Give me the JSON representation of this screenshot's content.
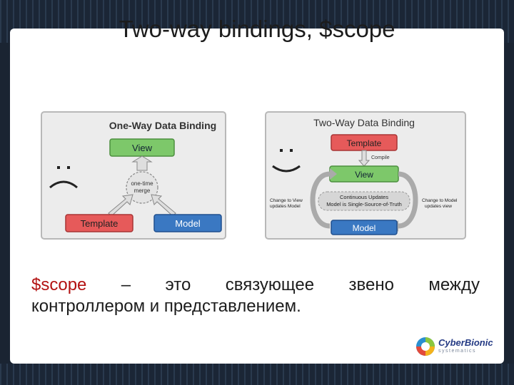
{
  "title": "Two-way bindings, $scope",
  "one_way": {
    "heading": "One-Way Data Binding",
    "view": "View",
    "merge": [
      "one-time",
      "merge"
    ],
    "template": "Template",
    "model": "Model"
  },
  "two_way": {
    "heading": "Two-Way Data Binding",
    "template": "Template",
    "compile": "Compile",
    "view": "View",
    "continuous": [
      "Continuous Updates",
      "Model is Single-Source-of-Truth"
    ],
    "left_note": [
      "Change to View",
      "updates Model"
    ],
    "right_note": [
      "Change to Model",
      "updates view"
    ],
    "model": "Model"
  },
  "caption": {
    "scope": "$scope",
    "dash": "–",
    "w1": "это",
    "w2": "связующее",
    "w3": "звено",
    "w4": "между",
    "line2": "контроллером и представлением."
  },
  "logo": {
    "name": "CyberBionic",
    "sub": "systematics"
  },
  "colors": {
    "green": "#7dc86a",
    "red": "#e65a5a",
    "blue": "#3a78c2",
    "panel": "#ededed"
  }
}
